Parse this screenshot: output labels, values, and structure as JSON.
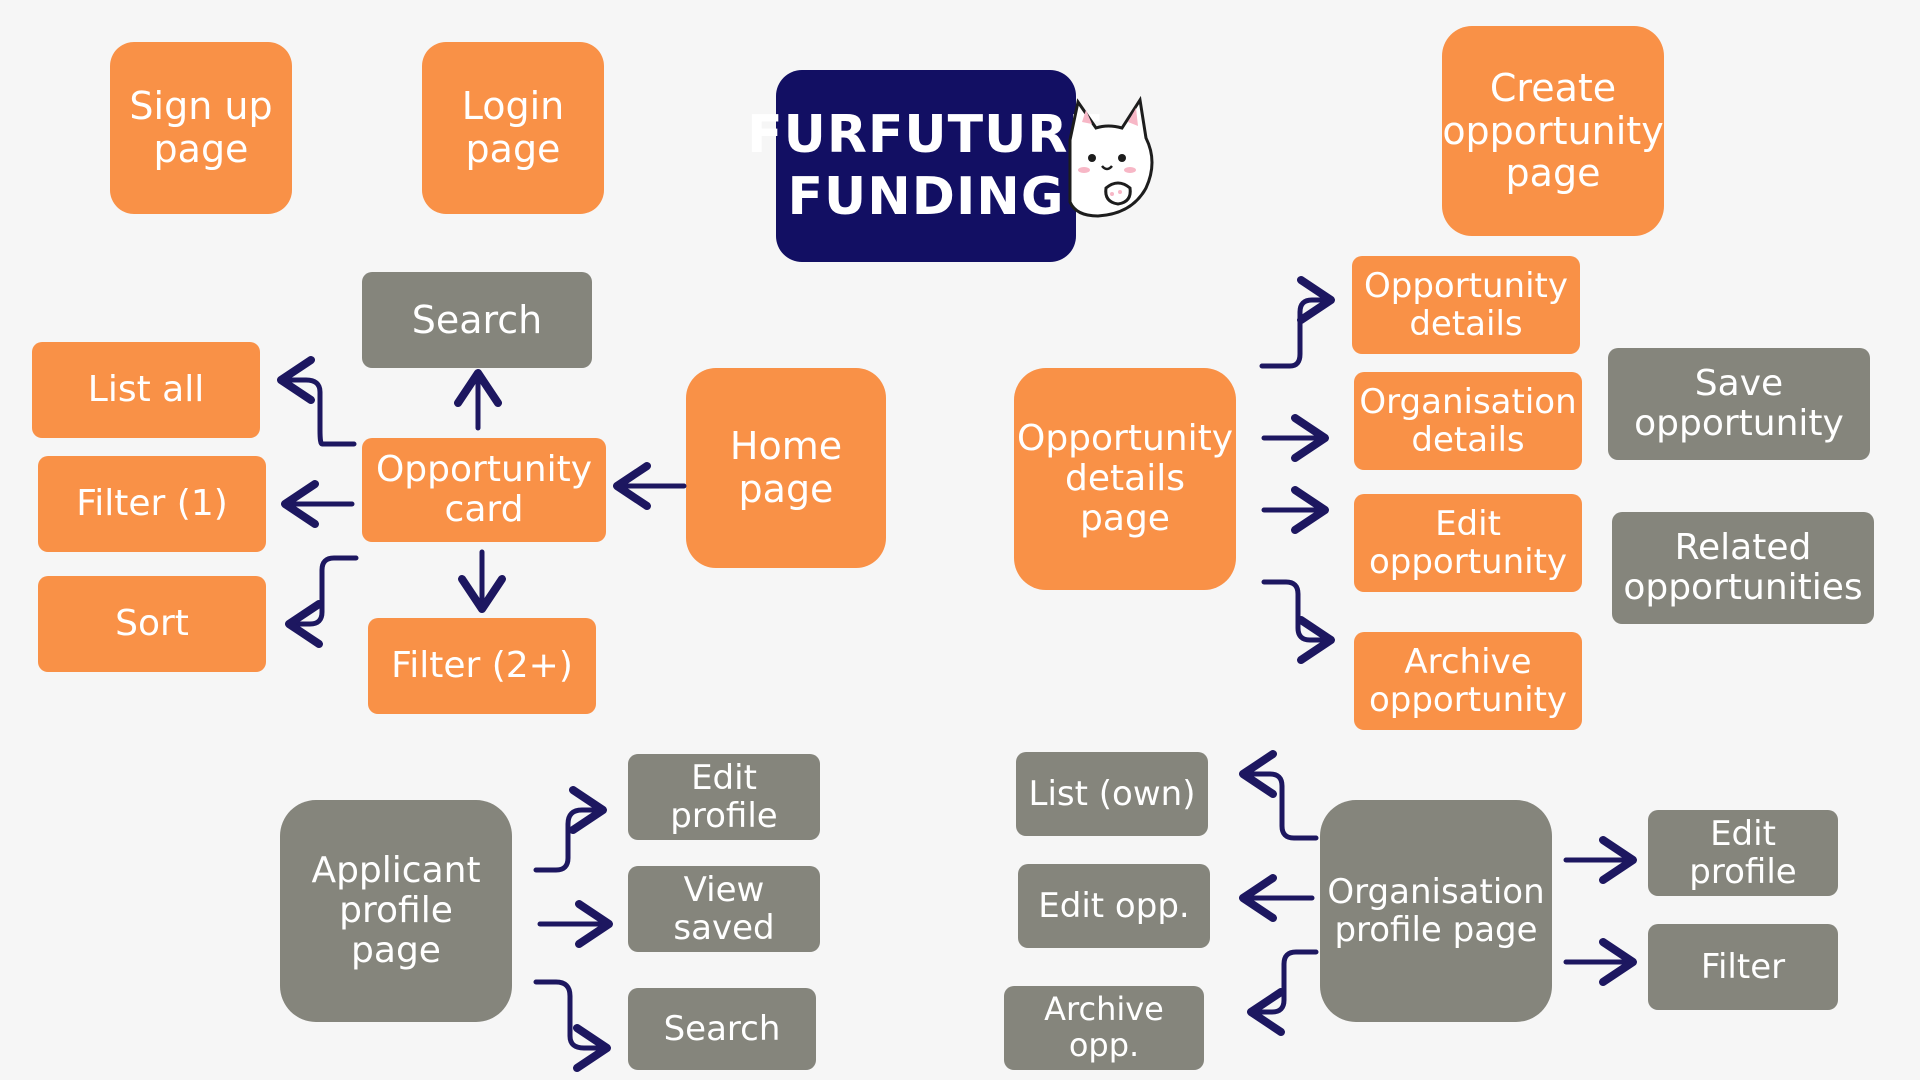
{
  "title": "FURFUTURE\nFUNDING",
  "colors": {
    "orange": "#f99147",
    "grey": "#85857c",
    "navy": "#120f63",
    "arrow": "#1d1760",
    "background": "#f6f6f6"
  },
  "mascot": "cat-mascot",
  "nodes": {
    "sign_up": "Sign up\npage",
    "login": "Login\npage",
    "create_opportunity": "Create\nopportunity\npage",
    "search_top": "Search",
    "list_all": "List all",
    "filter_1": "Filter (1)",
    "sort": "Sort",
    "opportunity_card": "Opportunity\ncard",
    "filter_2": "Filter (2+)",
    "home": "Home page",
    "opportunity_details_page": "Opportunity\ndetails page",
    "opportunity_details": "Opportunity\ndetails",
    "organisation_details": "Organisation\ndetails",
    "edit_opportunity": "Edit\nopportunity",
    "archive_opportunity": "Archive\nopportunity",
    "save_opportunity": "Save\nopportunity",
    "related_opportunities": "Related\nopportunities",
    "applicant_profile": "Applicant\nprofile page",
    "applicant_edit_profile": "Edit profile",
    "view_saved": "View saved",
    "applicant_search": "Search",
    "organisation_profile": "Organisation\nprofile page",
    "list_own": "List (own)",
    "edit_opp": "Edit opp.",
    "archive_opp": "Archive opp.",
    "org_edit_profile": "Edit profile",
    "org_filter": "Filter"
  }
}
